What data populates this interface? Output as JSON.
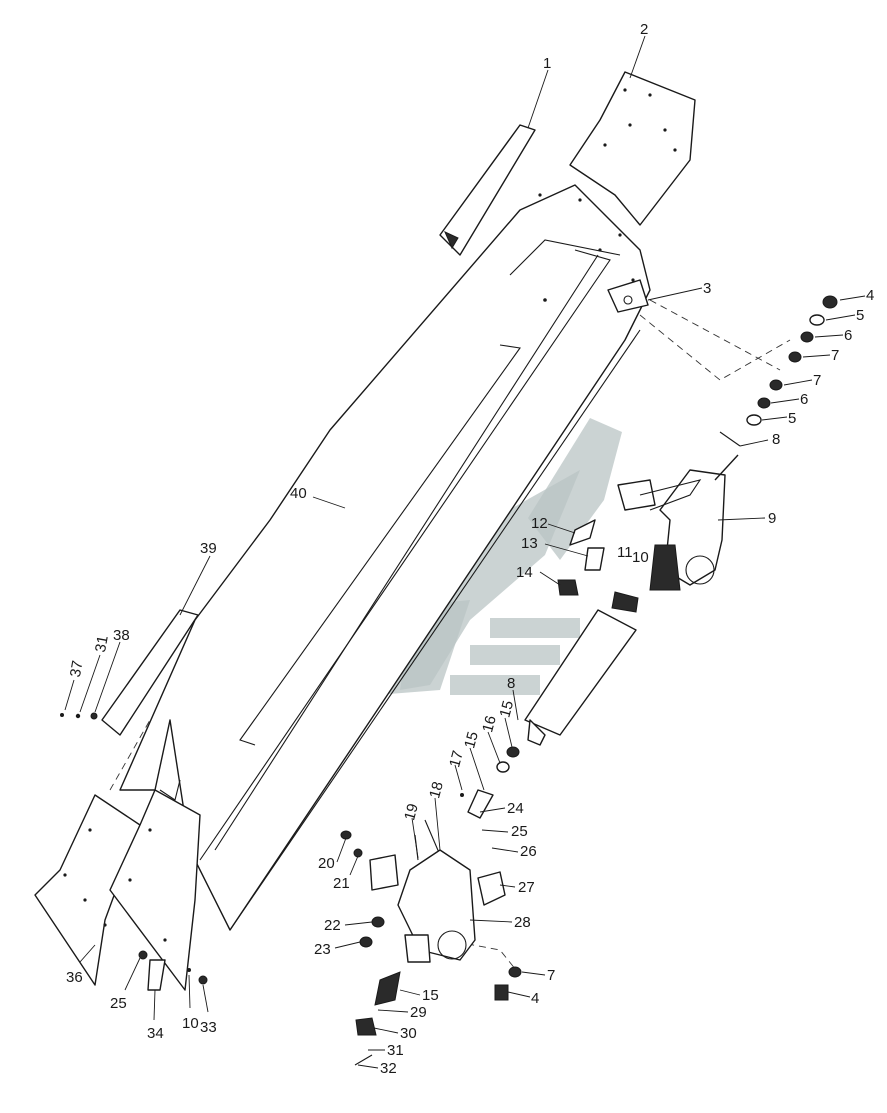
{
  "watermark": {
    "color": "#b9c4c4"
  },
  "colors": {
    "line": "#1a1a1a",
    "background": "#ffffff"
  },
  "callouts": [
    {
      "num": "1"
    },
    {
      "num": "2"
    },
    {
      "num": "3"
    },
    {
      "num": "4"
    },
    {
      "num": "5"
    },
    {
      "num": "6"
    },
    {
      "num": "7"
    },
    {
      "num": "7"
    },
    {
      "num": "6"
    },
    {
      "num": "5"
    },
    {
      "num": "8"
    },
    {
      "num": "9"
    },
    {
      "num": "12"
    },
    {
      "num": "13"
    },
    {
      "num": "11"
    },
    {
      "num": "10"
    },
    {
      "num": "14"
    },
    {
      "num": "40"
    },
    {
      "num": "39"
    },
    {
      "num": "37"
    },
    {
      "num": "31"
    },
    {
      "num": "38"
    },
    {
      "num": "8"
    },
    {
      "num": "15"
    },
    {
      "num": "16"
    },
    {
      "num": "15"
    },
    {
      "num": "17"
    },
    {
      "num": "18"
    },
    {
      "num": "24"
    },
    {
      "num": "25"
    },
    {
      "num": "26"
    },
    {
      "num": "19"
    },
    {
      "num": "20"
    },
    {
      "num": "21"
    },
    {
      "num": "27"
    },
    {
      "num": "28"
    },
    {
      "num": "22"
    },
    {
      "num": "23"
    },
    {
      "num": "7"
    },
    {
      "num": "4"
    },
    {
      "num": "15"
    },
    {
      "num": "29"
    },
    {
      "num": "30"
    },
    {
      "num": "31"
    },
    {
      "num": "32"
    },
    {
      "num": "36"
    },
    {
      "num": "25"
    },
    {
      "num": "34"
    },
    {
      "num": "10"
    },
    {
      "num": "33"
    }
  ]
}
